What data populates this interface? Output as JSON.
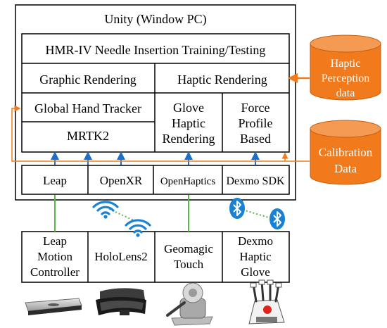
{
  "unity_title": "Unity (Window PC)",
  "app_title": "HMR-IV Needle Insertion Training/Testing",
  "graphic_rendering": "Graphic Rendering",
  "haptic_rendering": "Haptic Rendering",
  "global_hand_tracker": "Global Hand Tracker",
  "mrtk2": "MRTK2",
  "glove_haptic": [
    "Glove",
    "Haptic",
    "Rendering"
  ],
  "force_profile": [
    "Force",
    "Profile",
    "Based"
  ],
  "sdks": [
    "Leap",
    "OpenXR",
    "OpenHaptics",
    "Dexmo SDK"
  ],
  "devices": {
    "leap": [
      "Leap",
      "Motion",
      "Controller"
    ],
    "hololens": [
      "HoloLens2"
    ],
    "geomagic": [
      "Geomagic",
      "Touch"
    ],
    "dexmo": [
      "Dexmo",
      "Haptic",
      "Glove"
    ]
  },
  "databases": {
    "haptic_perception": [
      "Haptic",
      "Perception",
      "data"
    ],
    "calibration": [
      "Calibration",
      "Data"
    ]
  },
  "colors": {
    "database_fill": "#f07a1c",
    "orange_line": "#f07a1c",
    "blue_arrow": "#1f6fc5",
    "green_line": "#5bb54a",
    "wifi": "#1a82d4",
    "bluetooth": "#1a82d4"
  },
  "icons": [
    "wifi-icon",
    "wifi-icon",
    "bluetooth-icon",
    "bluetooth-icon",
    "leap-motion-device",
    "hololens-device",
    "geomagic-touch-device",
    "dexmo-glove-device"
  ]
}
